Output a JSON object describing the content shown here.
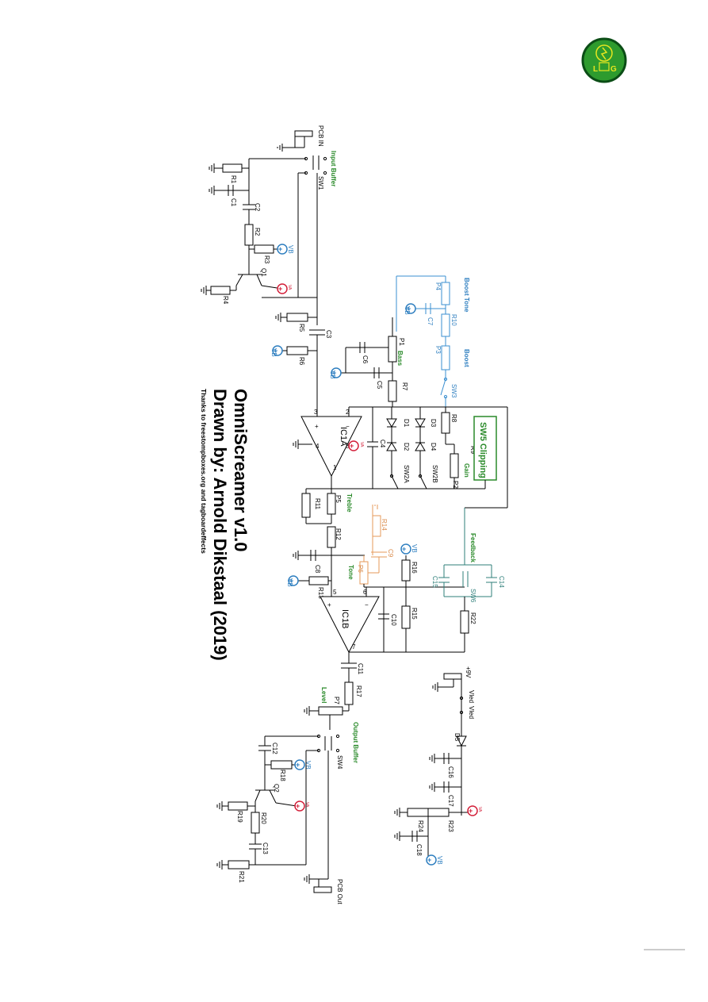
{
  "logo": {
    "letters": [
      "L",
      "G"
    ],
    "colors": {
      "ring": "#0b4d16",
      "fill": "#2e9b2e",
      "accent": "#e5e520"
    }
  },
  "title": {
    "name": "OmniScreamer v1.0",
    "author": "Drawn by: Arnold Dikstaal (2019)",
    "thanks": "Thanks to freestompboxes.org and tagboardeffects"
  },
  "sections": {
    "pcb_in": "PCB IN",
    "input_buffer": "Input Buffer",
    "bass": "Bass",
    "boost_tone": "Boost Tone",
    "boost": "Boost",
    "gain": "Gain",
    "sw5": "SW5 Clipping",
    "treble": "Treble",
    "tone": "Tone",
    "feedback": "Feedback",
    "level": "Level",
    "output_buffer": "Output Buffer",
    "pcb_out": "PCB Out",
    "supply": "+9V"
  },
  "rails": {
    "vb": "VB",
    "va": "VA",
    "vled": "Vled"
  },
  "parts": {
    "r1": "R1",
    "r2": "R2",
    "r3": "R3",
    "r4": "R4",
    "r5": "R5",
    "r6": "R6",
    "r7": "R7",
    "r8": "R8",
    "r9": "R9",
    "r10": "R10",
    "r11": "R11",
    "r12": "R12",
    "r13": "R13",
    "r14": "R14",
    "r15": "R15",
    "r16": "R16",
    "r17": "R17",
    "r18": "R18",
    "r19": "R19",
    "r20": "R20",
    "r21": "R21",
    "r22": "R22",
    "r23": "R23",
    "r24": "R24",
    "c1": "C1",
    "c2": "C2",
    "c3": "C3",
    "c4": "C4",
    "c5": "C5",
    "c6": "C6",
    "c7": "C7",
    "c8": "C8",
    "c9": "C9",
    "c10": "C10",
    "c11": "C11",
    "c12": "C12",
    "c13": "C13",
    "c14": "C14",
    "c15": "C15",
    "c16": "C16",
    "c17": "C17",
    "c18": "C18",
    "p1": "P1",
    "p2": "P2",
    "p3": "P3",
    "p4": "P4",
    "p5": "P5",
    "p6": "P6",
    "p7": "P7",
    "q1": "Q1",
    "q2": "Q2",
    "d1": "D1",
    "d2": "D2",
    "d3": "D3",
    "d4": "D4",
    "d5": "D5",
    "ic1a": "IC1A",
    "ic1b": "IC1B",
    "sw1": "SW1",
    "sw2a": "SW2A",
    "sw2b": "SW2B",
    "sw3": "SW3",
    "sw4": "SW4",
    "sw6": "SW6"
  },
  "pins": {
    "p1": "1",
    "p2": "2",
    "p3": "3",
    "p4": "4",
    "p5": "5",
    "p6": "6",
    "p7": "7",
    "p8": "8"
  },
  "colors": {
    "boost_path": "#3a8fd0",
    "tone_path": "#e69a5a",
    "feedback_path": "#2f7f7a",
    "labels": "#2a8a2a",
    "va": "#d3203a",
    "vb": "#2f7fc0"
  }
}
